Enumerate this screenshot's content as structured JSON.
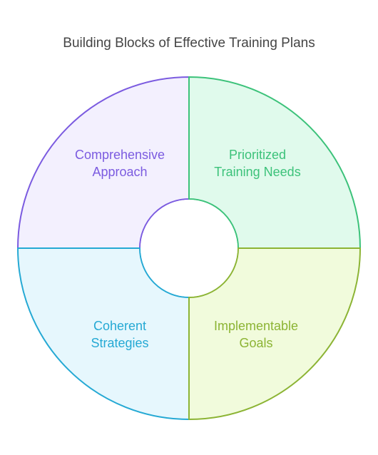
{
  "title": "Building Blocks of Effective Training Plans",
  "quadrants": [
    {
      "id": "top-left",
      "lines": [
        "Comprehensive",
        "Approach"
      ],
      "text_color": "#7B5BE0",
      "stroke": "#7B5BE0",
      "fill": "#F3F0FE"
    },
    {
      "id": "top-right",
      "lines": [
        "Prioritized",
        "Training Needs"
      ],
      "text_color": "#3CC27A",
      "stroke": "#3CC27A",
      "fill": "#E0FAEC"
    },
    {
      "id": "bottom-left",
      "lines": [
        "Coherent",
        "Strategies"
      ],
      "text_color": "#25A9D4",
      "stroke": "#25A9D4",
      "fill": "#E6F7FD"
    },
    {
      "id": "bottom-right",
      "lines": [
        "Implementable",
        "Goals"
      ],
      "text_color": "#8CB434",
      "stroke": "#8CB434",
      "fill": "#F1FBDC"
    }
  ]
}
